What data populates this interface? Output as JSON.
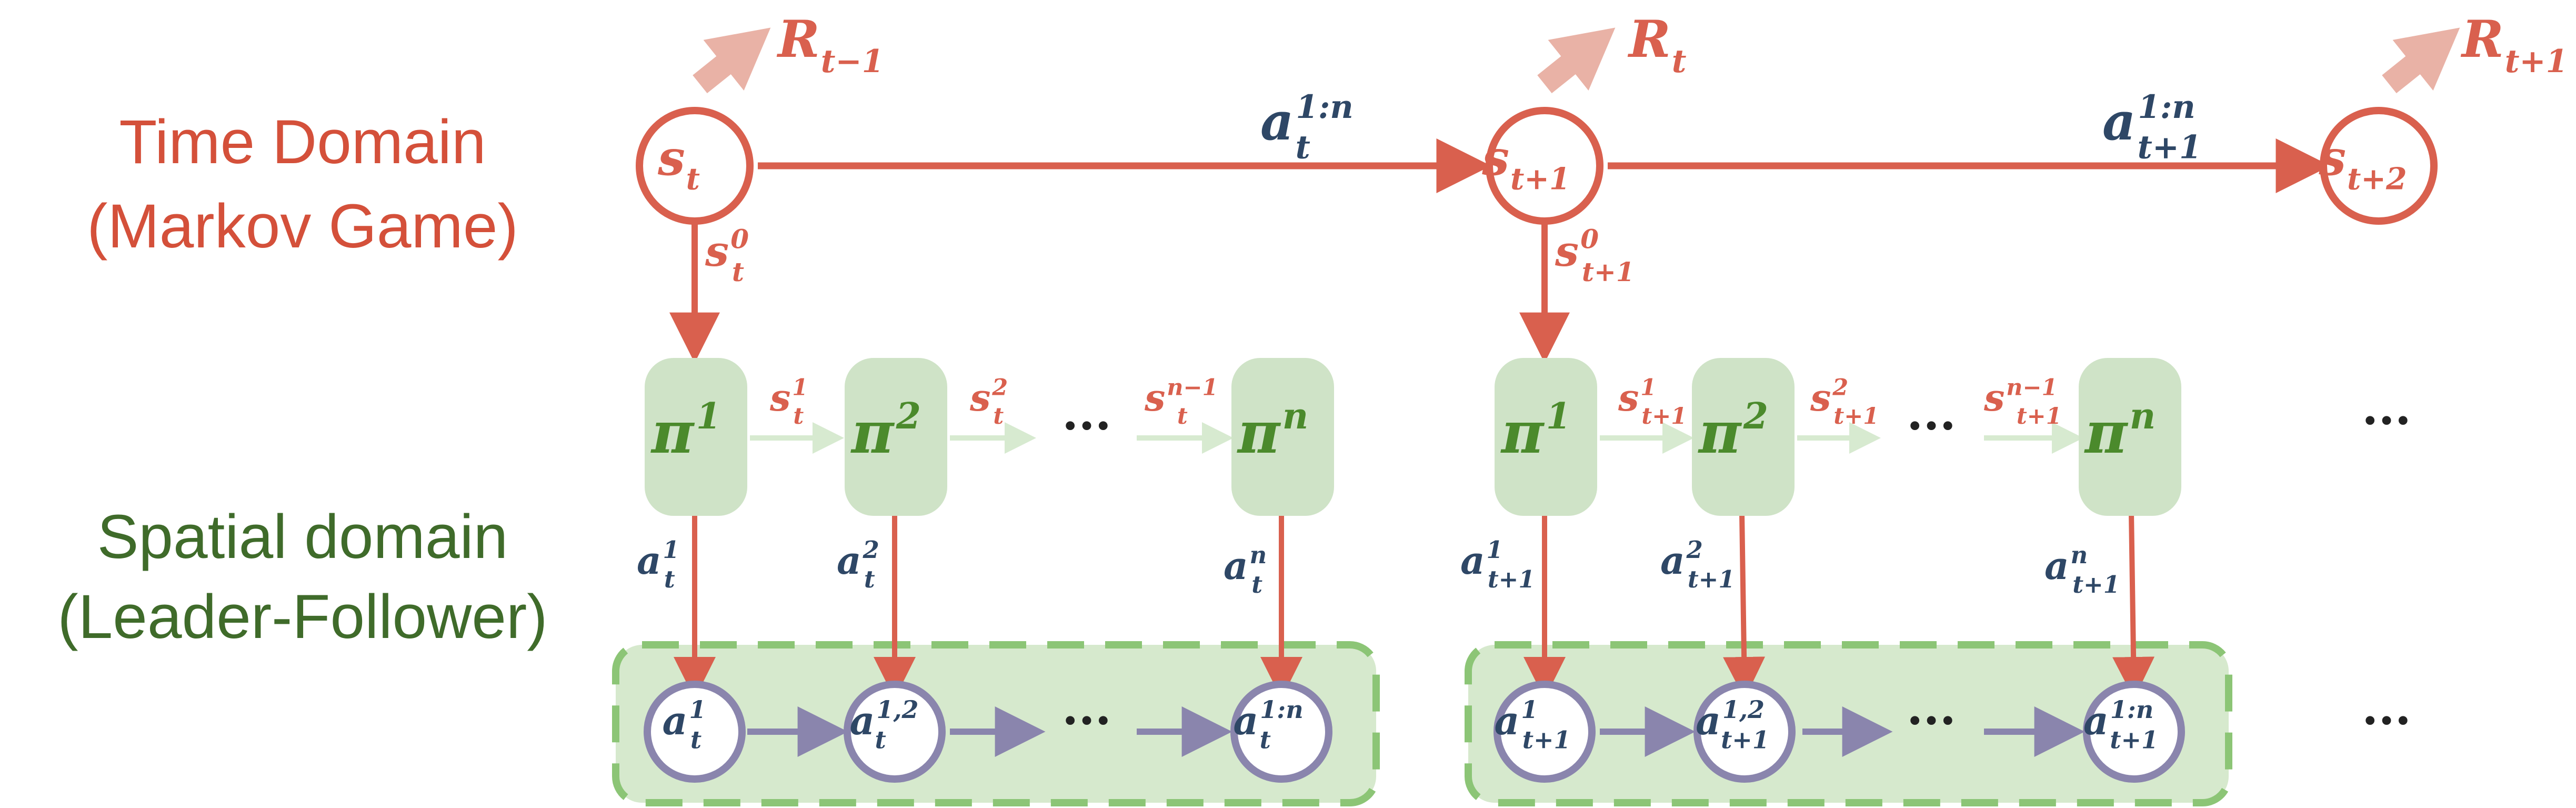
{
  "labels": {
    "time_domain": "Time Domain",
    "time_domain_sub": "(Markov Game)",
    "spatial_domain": "Spatial domain",
    "spatial_domain_sub": "(Leader-Follower)"
  },
  "rewards": [
    {
      "base": "R",
      "sub": "t−1"
    },
    {
      "base": "R",
      "sub": "t"
    },
    {
      "base": "R",
      "sub": "t+1"
    }
  ],
  "states": [
    {
      "base": "s",
      "sub": "t"
    },
    {
      "base": "s",
      "sub": "t+1"
    },
    {
      "base": "s",
      "sub": "t+2"
    }
  ],
  "joint_actions": [
    {
      "base": "a",
      "sub": "t",
      "sup": "1:n"
    },
    {
      "base": "a",
      "sub": "t+1",
      "sup": "1:n"
    }
  ],
  "initial_states": [
    {
      "base": "s",
      "sub": "t",
      "sup": "0"
    },
    {
      "base": "s",
      "sub": "t+1",
      "sup": "0"
    }
  ],
  "policies": [
    {
      "base": "π",
      "sup": "1"
    },
    {
      "base": "π",
      "sup": "2"
    },
    {
      "base": "π",
      "sup": "n"
    }
  ],
  "block_t": {
    "state_labels": [
      {
        "base": "s",
        "sub": "t",
        "sup": "1"
      },
      {
        "base": "s",
        "sub": "t",
        "sup": "2"
      },
      {
        "base": "s",
        "sub": "t",
        "sup": "n−1"
      }
    ],
    "action_labels": [
      {
        "base": "a",
        "sub": "t",
        "sup": "1"
      },
      {
        "base": "a",
        "sub": "t",
        "sup": "2"
      },
      {
        "base": "a",
        "sub": "t",
        "sup": "n"
      }
    ],
    "action_nodes": [
      {
        "base": "a",
        "sub": "t",
        "sup": "1"
      },
      {
        "base": "a",
        "sub": "t",
        "sup": "1,2"
      },
      {
        "base": "a",
        "sub": "t",
        "sup": "1:n"
      }
    ]
  },
  "block_t1": {
    "state_labels": [
      {
        "base": "s",
        "sub": "t+1",
        "sup": "1"
      },
      {
        "base": "s",
        "sub": "t+1",
        "sup": "2"
      },
      {
        "base": "s",
        "sub": "t+1",
        "sup": "n−1"
      }
    ],
    "action_labels": [
      {
        "base": "a",
        "sub": "t+1",
        "sup": "1"
      },
      {
        "base": "a",
        "sub": "t+1",
        "sup": "2"
      },
      {
        "base": "a",
        "sub": "t+1",
        "sup": "n"
      }
    ],
    "action_nodes": [
      {
        "base": "a",
        "sub": "t+1",
        "sup": "1"
      },
      {
        "base": "a",
        "sub": "t+1",
        "sup": "1,2"
      },
      {
        "base": "a",
        "sub": "t+1",
        "sup": "1:n"
      }
    ]
  },
  "ellipsis": "···",
  "colors": {
    "state_red": "#d9604e",
    "reward_arrow": "#e9b2a6",
    "policy_fill": "#cfe3c7",
    "policy_text": "#4b8a2c",
    "navy": "#2e4766",
    "action_node_stroke": "#8a85ad",
    "group_fill": "#d6e9cd",
    "group_dash": "#8cc576",
    "light_arrow": "#d7ead0"
  }
}
